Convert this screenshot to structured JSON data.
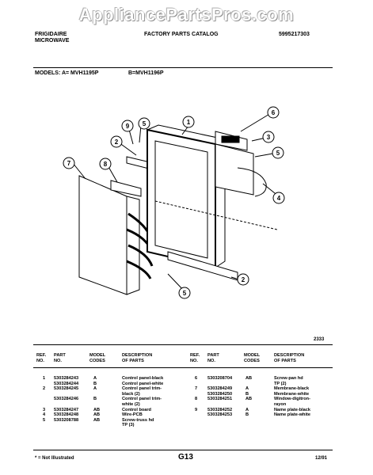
{
  "watermark": "AppliancePartsPros.com",
  "header": {
    "brand_line1": "FRIGIDAIRE",
    "brand_line2": "MICROWAVE",
    "catalog_title": "FACTORY PARTS CATALOG",
    "catalog_number": "5995217303",
    "models_label": "MODELS: A= MVH1195P",
    "models_b": "B=MVH1196P"
  },
  "diagram": {
    "callouts": [
      "1",
      "2",
      "3",
      "4",
      "5",
      "6",
      "7",
      "8",
      "9",
      "5",
      "2",
      "5"
    ],
    "figure_number": "2333"
  },
  "table": {
    "headers": {
      "ref": [
        "REF.",
        "NO."
      ],
      "part": [
        "PART",
        "NO."
      ],
      "model": [
        "MODEL",
        "CODES"
      ],
      "desc": [
        "DESCRIPTION",
        "OF PARTS"
      ]
    },
    "left": [
      {
        "ref": "1",
        "part": "5303284243",
        "code": "A",
        "desc": "Control panel-black"
      },
      {
        "ref": "",
        "part": "5303284244",
        "code": "B",
        "desc": "Control panel-white"
      },
      {
        "ref": "2",
        "part": "5303284245",
        "code": "A",
        "desc": "Control panel trim-"
      },
      {
        "ref": "",
        "part": "",
        "code": "",
        "desc": "black (2)"
      },
      {
        "ref": "",
        "part": "5303284246",
        "code": "B",
        "desc": "Control panel trim-"
      },
      {
        "ref": "",
        "part": "",
        "code": "",
        "desc": "white (2)"
      },
      {
        "ref": "3",
        "part": "5303284247",
        "code": "AB",
        "desc": "Control board"
      },
      {
        "ref": "4",
        "part": "5303284248",
        "code": "AB",
        "desc": "Wire-PCB"
      },
      {
        "ref": "5",
        "part": "5303208788",
        "code": "AB",
        "desc": "Screw-truss hd"
      },
      {
        "ref": "",
        "part": "",
        "code": "",
        "desc": "TP (3)"
      }
    ],
    "right": [
      {
        "ref": "6",
        "part": "5303208704",
        "code": "AB",
        "desc": "Screw-pan hd"
      },
      {
        "ref": "",
        "part": "",
        "code": "",
        "desc": "TP (2)"
      },
      {
        "ref": "7",
        "part": "5303284249",
        "code": "A",
        "desc": "Membrane-black"
      },
      {
        "ref": "",
        "part": "5303284250",
        "code": "B",
        "desc": "Membrane-white"
      },
      {
        "ref": "8",
        "part": "5303284251",
        "code": "AB",
        "desc": "Window-digitron-"
      },
      {
        "ref": "",
        "part": "",
        "code": "",
        "desc": "rayon"
      },
      {
        "ref": "9",
        "part": "5303284252",
        "code": "A",
        "desc": "Name plate-black"
      },
      {
        "ref": "",
        "part": "5303284253",
        "code": "B",
        "desc": "Name plate-white"
      }
    ]
  },
  "footer": {
    "note": "* = Not Illustrated",
    "page": "G13",
    "date": "12/91"
  }
}
